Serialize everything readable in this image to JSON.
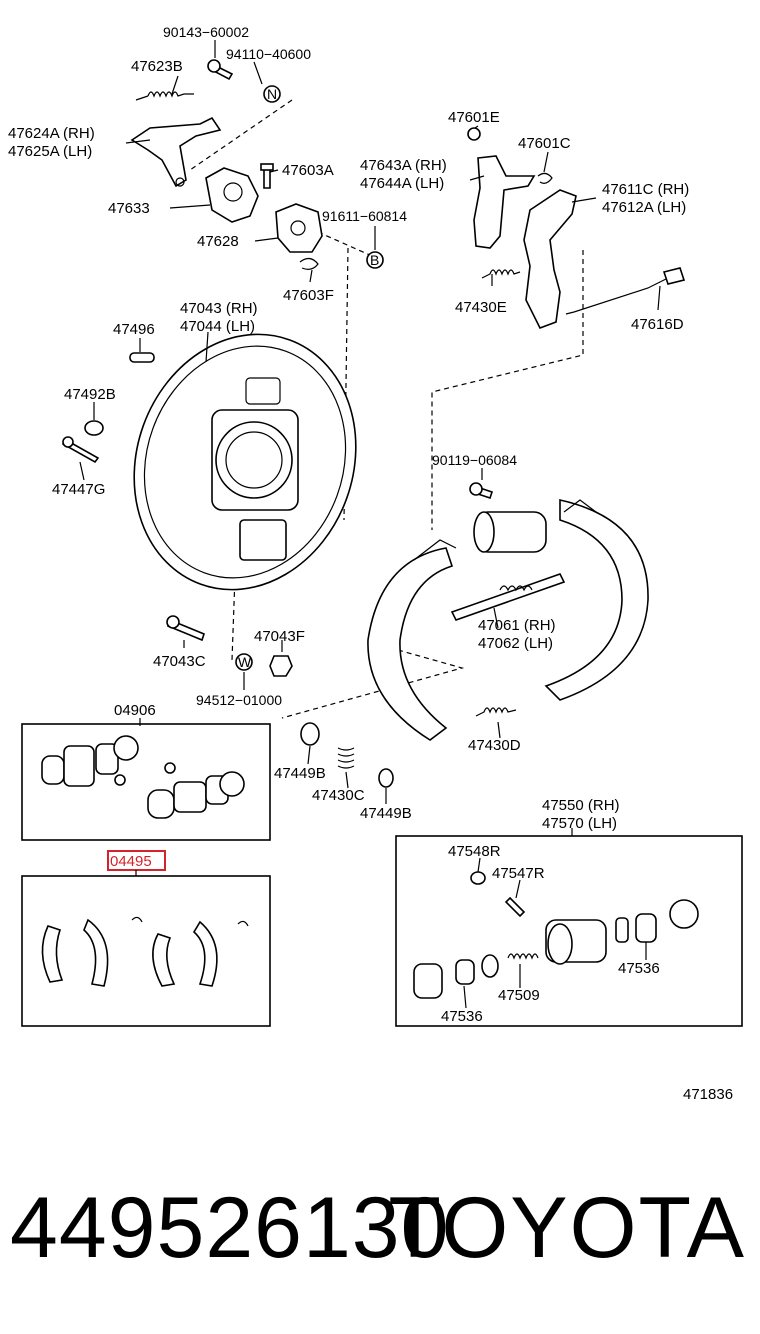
{
  "labels": {
    "l_90143": "90143−60002",
    "l_94110": "94110−40600",
    "l_47623b": "47623B",
    "l_47624a": "47624A (RH)",
    "l_47625a": "47625A (LH)",
    "l_47603a": "47603A",
    "l_47633": "47633",
    "l_91611": "91611−60814",
    "l_47628": "47628",
    "l_47603f": "47603F",
    "l_47601e": "47601E",
    "l_47601c": "47601C",
    "l_47643a": "47643A (RH)",
    "l_47644a": "47644A (LH)",
    "l_47611c": "47611C (RH)",
    "l_47612a": "47612A (LH)",
    "l_47430e": "47430E",
    "l_47616d": "47616D",
    "l_47043": "47043 (RH)",
    "l_47044": "47044 (LH)",
    "l_47496": "47496",
    "l_47492b": "47492B",
    "l_47447g": "47447G",
    "l_90119": "90119−06084",
    "l_47061": "47061 (RH)",
    "l_47062": "47062 (LH)",
    "l_47043f": "47043F",
    "l_47043c": "47043C",
    "l_94512": "94512−01000",
    "l_04906": "04906",
    "l_47430d": "47430D",
    "l_47449b_a": "47449B",
    "l_47430c": "47430C",
    "l_47449b_b": "47449B",
    "l_47550": "47550 (RH)",
    "l_47570": "47570 (LH)",
    "l_04495": "04495",
    "l_47548r": "47548R",
    "l_47547r": "47547R",
    "l_47536_a": "47536",
    "l_47509": "47509",
    "l_47536_b": "47536",
    "l_471836": "471836"
  },
  "icon_marks": {
    "n": "N",
    "b": "B",
    "w": "W"
  },
  "highlight_color": "#d4232a",
  "footer": {
    "part_number": "449526130",
    "brand": "TOYOTA"
  }
}
